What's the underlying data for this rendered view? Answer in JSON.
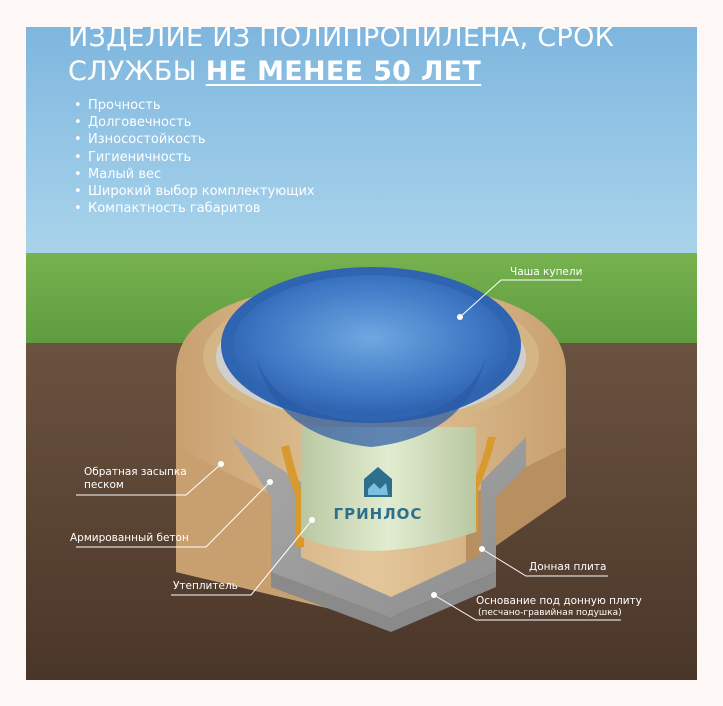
{
  "title": {
    "line1": "ИЗДЕЛИЕ ИЗ ПОЛИПРОПИЛЕНА, СРОК",
    "line2_prefix": "СЛУЖБЫ ",
    "line2_highlight": "НЕ МЕНЕЕ 50 ЛЕТ"
  },
  "features": [
    "Прочность",
    "Долговечность",
    "Износостойкость",
    "Гигиеничность",
    "Малый вес",
    "Широкий выбор комплектующих",
    "Компактность габаритов"
  ],
  "bullet": "•",
  "brand": "ГРИНЛОС",
  "labels": {
    "bowl": "Чаша купели",
    "backfill_line1": "Обратная засыпка",
    "backfill_line2": "песком",
    "concrete": "Армированный бетон",
    "insulation": "Утеплитель",
    "bottom_slab": "Донная плита",
    "base_line1": "Основание под донную плиту",
    "base_line2": "(песчано-гравийная подушка)"
  },
  "colors": {
    "sky": "#8cc3e4",
    "grass": "#6da84a",
    "soil": "#5a4535",
    "sand": "#d9b98b",
    "concrete": "#b8b8b8",
    "insulation": "#d89a2c",
    "bowl": "#3f7fc8",
    "tank": "#d7e3c4"
  }
}
